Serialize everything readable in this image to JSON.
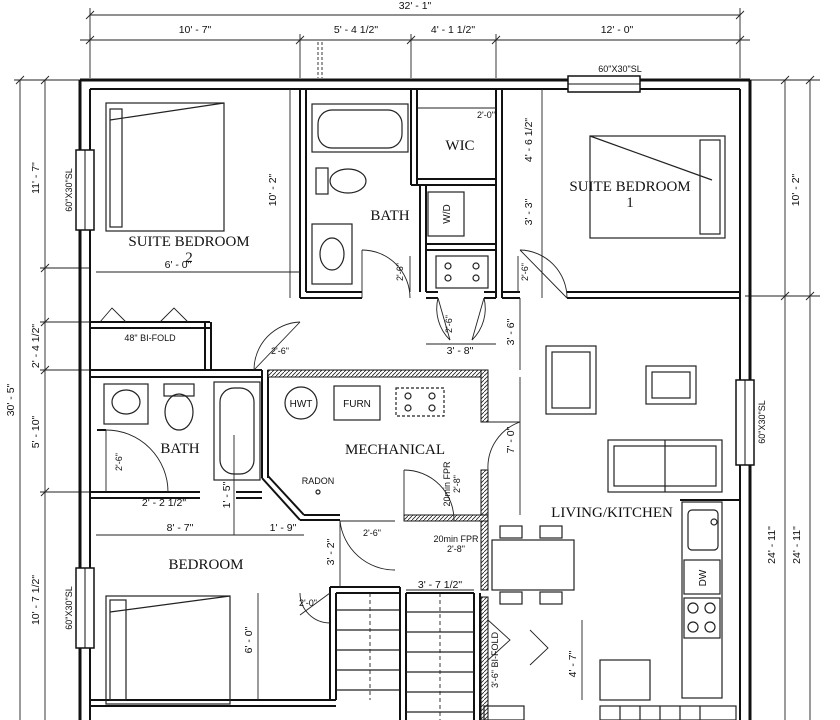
{
  "rooms": {
    "suite_bedroom_2": "SUITE BEDROOM",
    "suite_bedroom_2_num": "2",
    "bath_upper": "BATH",
    "wic": "WIC",
    "suite_bedroom_1": "SUITE BEDROOM",
    "suite_bedroom_1_num": "1",
    "bath_lower": "BATH",
    "mechanical": "MECHANICAL",
    "living_kitchen": "LIVING/KITCHEN",
    "bedroom": "BEDROOM"
  },
  "fixtures": {
    "hwt": "HWT",
    "furn": "FURN",
    "wd": "W/D",
    "radon": "RADON",
    "dw": "DW",
    "bifold_48": "48\" BI-FOLD",
    "bifold_36": "3'-6\" BI-FOLD",
    "fpr_1": "20min FPR",
    "fpr_1_size": "2'-8\"",
    "fpr_2": "20min FPR",
    "fpr_2_size": "2'-8\""
  },
  "windows": {
    "top": "60\"X30\"SL",
    "left_upper": "60\"X30\"SL",
    "right": "60\"X30\"SL",
    "left_lower": "60\"X30\"SL"
  },
  "dims_top": {
    "overall": "32' - 1\"",
    "seg1": "10' - 7\"",
    "seg2": "5' - 4 1/2\"",
    "seg3": "4' - 1 1/2\"",
    "seg4": "12' - 0\""
  },
  "dims_left": {
    "overall": "30' - 5\"",
    "seg1": "11' - 7\"",
    "seg2": "2' - 4 1/2\"",
    "seg3": "5' - 10\"",
    "seg4": "10' - 7 1/2\""
  },
  "dims_right": {
    "seg1": "10' - 2\"",
    "seg2": "24' - 11\"",
    "seg3": "24' - 11\""
  },
  "dims_interior": {
    "bed2_height": "10' - 2\"",
    "bed2_width": "6' - 0\"",
    "wic_width": "2'-0\"",
    "wic_height": "4' - 6 1/2\"",
    "bed1_offset": "3' - 3\"",
    "door_a": "2'-6\"",
    "door_b": "2'-6\"",
    "door_c": "2'-6\"",
    "door_d": "2'-6\"",
    "hall_width": "3' - 8\"",
    "hall_height": "3' - 6\"",
    "living_7": "7' - 0\"",
    "bath_door": "2'-6\"",
    "bath_w": "2' - 2 1/2\"",
    "bath_sep": "1' - 5\"",
    "bedroom_w": "8' - 7\"",
    "mech_w": "1' - 9\"",
    "mech_door": "2'-6\"",
    "stair_h": "3' - 2\"",
    "stair_w": "3' - 7 1/2\"",
    "bedroom_door": "2'-0\"",
    "bedroom_h": "6' - 0\"",
    "kitchen_h": "4' - 7\""
  }
}
